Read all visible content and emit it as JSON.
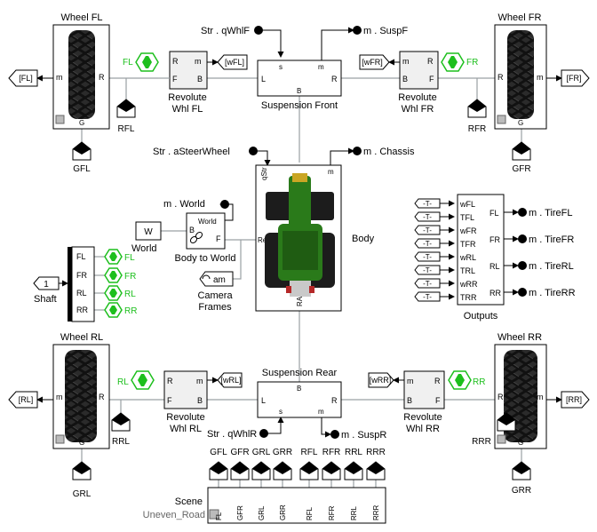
{
  "colors": {
    "goto_green": "#1dbf1d",
    "phys_line": "#9aa0a4",
    "tractor_green": "#2a7a1a"
  },
  "wheels": {
    "fl": {
      "title": "Wheel FL",
      "port_m": "m",
      "port_r": "R",
      "port_g": "G"
    },
    "fr": {
      "title": "Wheel FR",
      "port_m": "m",
      "port_r": "R",
      "port_g": "G"
    },
    "rl": {
      "title": "Wheel RL",
      "port_m": "m",
      "port_r": "R",
      "port_g": "G"
    },
    "rr": {
      "title": "Wheel RR",
      "port_m": "m",
      "port_r": "R",
      "port_g": "G"
    }
  },
  "tags": {
    "fl_out": "[FL]",
    "fr_out": "[FR]",
    "rl_out": "[RL]",
    "rr_out": "[RR]",
    "wfl": "[wFL]",
    "wfr": "[wFR]",
    "wrl": "[wRL]",
    "wrr": "[wRR]",
    "fl": "FL",
    "fr": "FR",
    "rl": "RL",
    "rr": "RR"
  },
  "ports": {
    "rfl": "RFL",
    "rfr": "RFR",
    "rrl": "RRL",
    "rrr": "RRR",
    "gfl": "GFL",
    "gfr": "GFR",
    "grl": "GRL",
    "grr": "GRR"
  },
  "revolute": {
    "fl": {
      "label": "Revolute\nWhl FL",
      "line1": "Revolute",
      "line2": "Whl FL"
    },
    "fr": {
      "line1": "Revolute",
      "line2": "Whl FR"
    },
    "rl": {
      "line1": "Revolute",
      "line2": "Whl RL"
    },
    "rr": {
      "line1": "Revolute",
      "line2": "Whl RR"
    },
    "p_r": "R",
    "p_m": "m",
    "p_f": "F",
    "p_b": "B"
  },
  "suspension": {
    "front": "Suspension Front",
    "rear": "Suspension Rear",
    "p_l": "L",
    "p_r": "R",
    "p_s": "s",
    "p_m": "m",
    "p_b": "B"
  },
  "signals": {
    "qwhlf": "Str . qWhlF",
    "qwhlr": "Str . qWhlR",
    "asteer": "Str . aSteerWheel",
    "m_suspf": "m . SuspF",
    "m_suspr": "m . SuspR",
    "m_chassis": "m . Chassis",
    "m_world": "m . World"
  },
  "body": {
    "label": "Body",
    "p_qstr": "qStr",
    "p_m": "m",
    "p_ref": "Ref",
    "p_ra": "RA"
  },
  "world": {
    "block": "W",
    "label": "World"
  },
  "body_to_world": {
    "label": "Body to World",
    "p_world": "World",
    "p_b": "B",
    "p_f": "F"
  },
  "camera": {
    "tag": "am",
    "line1": "Camera",
    "line2": "Frames"
  },
  "shaft": {
    "const": "1",
    "label": "Shaft",
    "ports": [
      "FL",
      "FR",
      "RL",
      "RR"
    ],
    "tags": [
      "FL",
      "FR",
      "RL",
      "RR"
    ]
  },
  "outputs": {
    "label": "Outputs",
    "from": [
      "-T-",
      "-T-",
      "-T-",
      "-T-",
      "-T-",
      "-T-",
      "-T-",
      "-T-"
    ],
    "inputs": [
      "wFL",
      "TFL",
      "wFR",
      "TFR",
      "wRL",
      "TRL",
      "wRR",
      "TRR"
    ],
    "outs": [
      "FL",
      "FR",
      "RL",
      "RR"
    ],
    "signals": [
      "m . TireFL",
      "m . TireFR",
      "m . TireRL",
      "m . TireRR"
    ]
  },
  "scene": {
    "label": "Scene",
    "name": "Uneven_Road",
    "top_labels": [
      "GFL",
      "GFR",
      "GRL",
      "GRR",
      "RFL",
      "RFR",
      "RRL",
      "RRR"
    ],
    "port_labels": [
      "FL",
      "GFR",
      "GRL",
      "GRR",
      "RFL",
      "RFR",
      "RRL",
      "RRR"
    ]
  }
}
